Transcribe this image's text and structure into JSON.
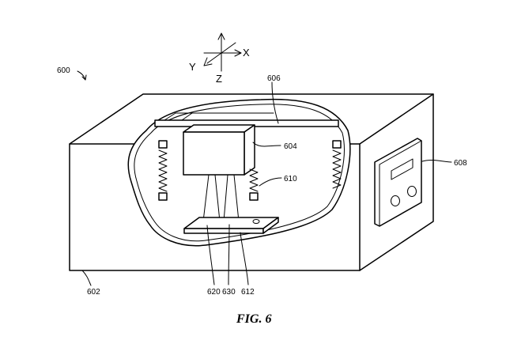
{
  "axes": {
    "x": "X",
    "y": "Y",
    "z": "Z"
  },
  "refs": {
    "system": "600",
    "enclosure": "602",
    "camera": "604",
    "rail": "606",
    "controller": "608",
    "springs": "610",
    "stage": "612",
    "beam_left": "620",
    "beam_right": "630"
  },
  "caption": "FIG. 6"
}
